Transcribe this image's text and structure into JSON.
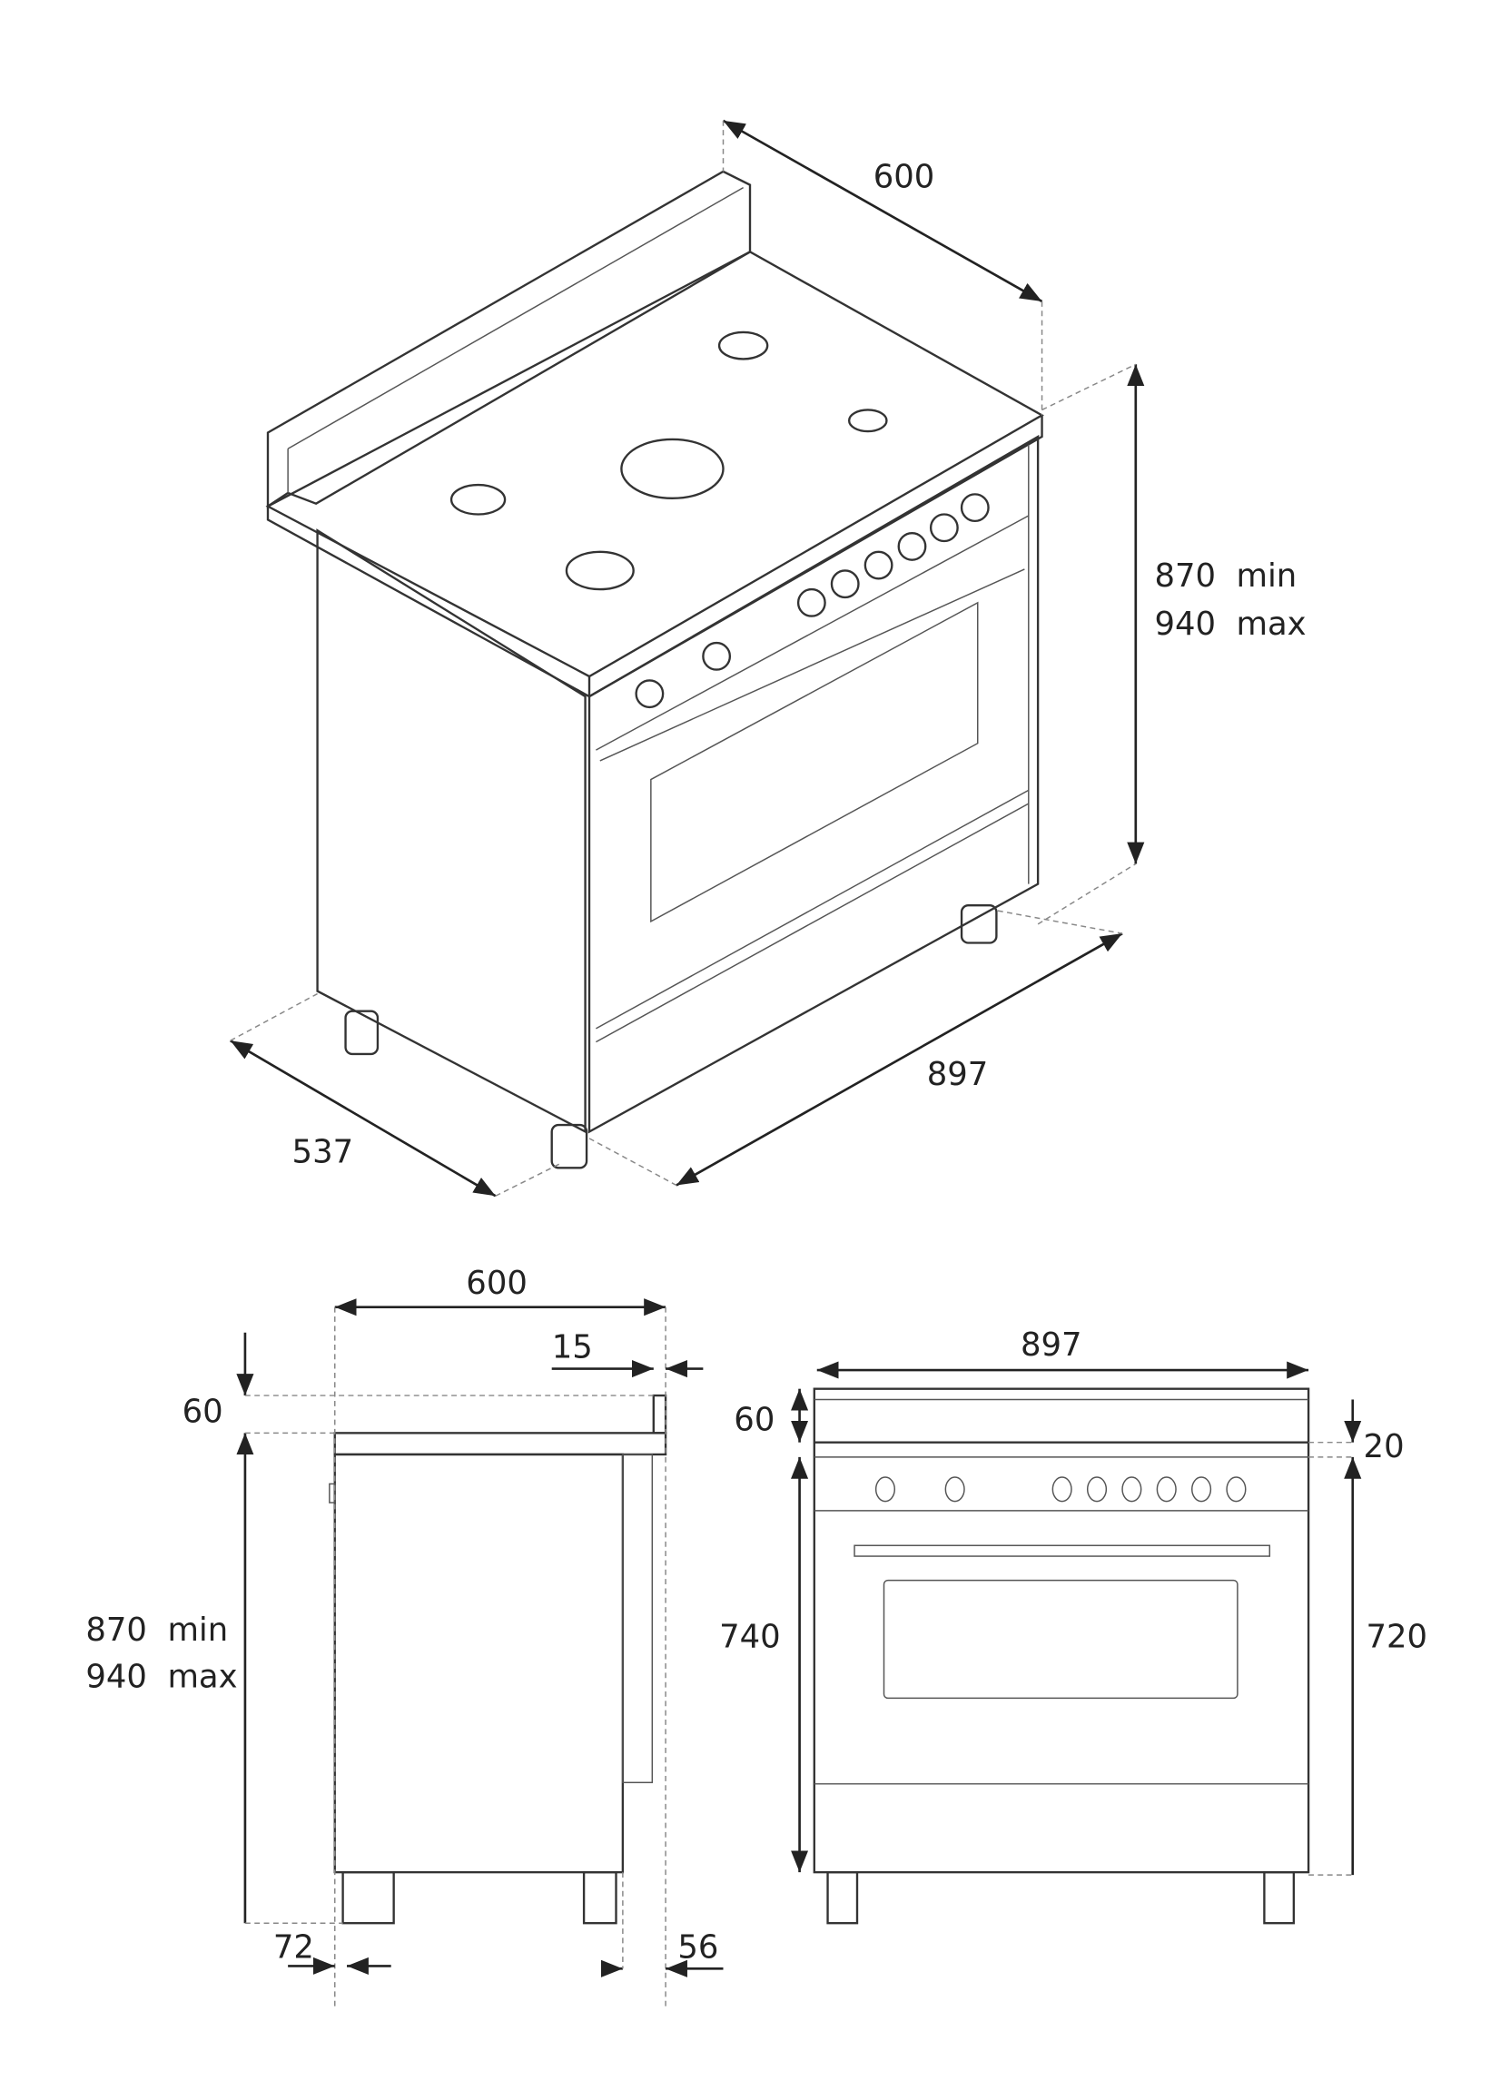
{
  "title": "Range cooker dimensions (mm)",
  "isometric": {
    "depth_top": "600",
    "height_min": "870  min",
    "height_max": "940  max",
    "width": "897",
    "depth_body": "537"
  },
  "side_view": {
    "depth": "600",
    "backsplash_offset": "15",
    "backsplash_height": "60",
    "height_min": "870  min",
    "height_max": "940  max",
    "front_foot_offset": "72",
    "rear_foot_offset": "56"
  },
  "front_view": {
    "width": "897",
    "backsplash_height": "60",
    "top_thickness": "20",
    "body_height": "740",
    "worktop_height": "720"
  }
}
